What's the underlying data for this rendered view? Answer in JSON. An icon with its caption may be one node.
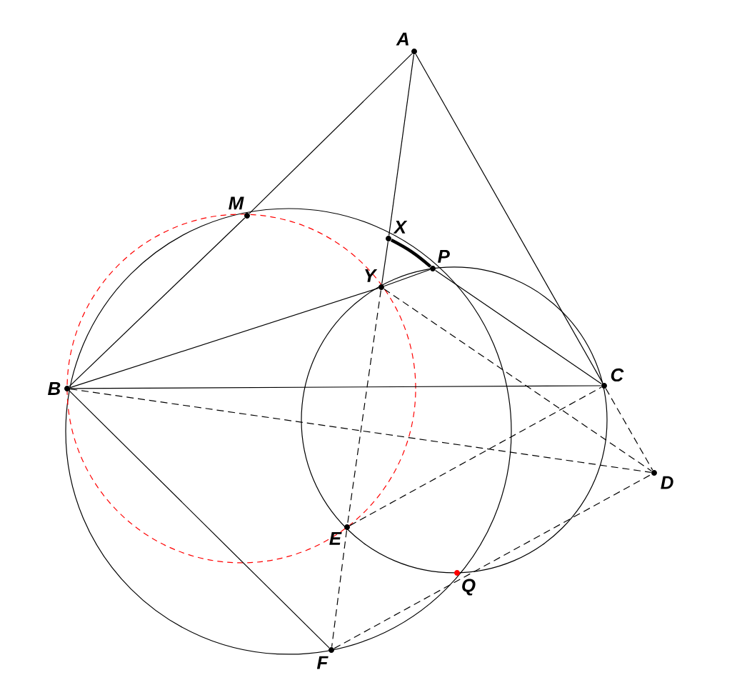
{
  "diagram": {
    "nodes": [
      {
        "text": [
          "A"
        ]
      },
      {
        "text": [
          "M"
        ]
      },
      {
        "text": [
          "X"
        ]
      },
      {
        "text": [
          "P"
        ]
      },
      {
        "text": [
          "Y"
        ]
      },
      {
        "text": [
          "B"
        ]
      },
      {
        "text": [
          "C"
        ]
      },
      {
        "text": [
          "D"
        ]
      },
      {
        "text": [
          "E"
        ]
      },
      {
        "text": [
          "Q"
        ]
      },
      {
        "text": [
          "F"
        ]
      }
    ],
    "edges": [
      {
        "from": 0,
        "to": 1,
        "arrow": "none"
      },
      {
        "from": 1,
        "to": 5,
        "arrow": "none"
      },
      {
        "from": 0,
        "to": 2,
        "arrow": "none"
      },
      {
        "from": 2,
        "to": 4,
        "arrow": "none"
      },
      {
        "from": 5,
        "to": 4,
        "arrow": "none"
      },
      {
        "from": 4,
        "to": 3,
        "arrow": "none"
      },
      {
        "from": 3,
        "to": 6,
        "arrow": "none"
      },
      {
        "from": 0,
        "to": 6,
        "arrow": "none"
      },
      {
        "from": 5,
        "to": 6,
        "arrow": "none"
      },
      {
        "from": 5,
        "to": 10,
        "arrow": "none"
      },
      {
        "from": 5,
        "to": 7,
        "arrow": "none",
        "style": "dashed"
      },
      {
        "from": 4,
        "to": 8,
        "arrow": "none",
        "style": "dashed"
      },
      {
        "from": 8,
        "to": 10,
        "arrow": "none",
        "style": "dashed"
      },
      {
        "from": 8,
        "to": 6,
        "arrow": "none",
        "style": "dashed"
      },
      {
        "from": 4,
        "to": 7,
        "arrow": "none",
        "style": "dashed"
      },
      {
        "from": 6,
        "to": 7,
        "arrow": "none",
        "style": "dashed"
      },
      {
        "from": 10,
        "to": 7,
        "arrow": "none",
        "style": "dashed"
      },
      {
        "from": 2,
        "to": 3,
        "arrow": "none",
        "style": "thick"
      }
    ]
  }
}
